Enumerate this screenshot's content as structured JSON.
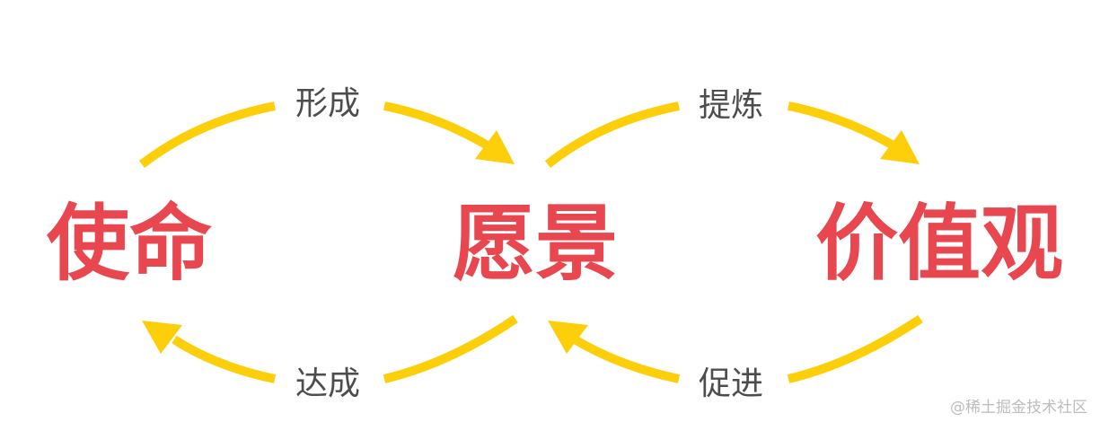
{
  "diagram": {
    "nodes": [
      {
        "id": "mission",
        "label": "使命"
      },
      {
        "id": "vision",
        "label": "愿景"
      },
      {
        "id": "values",
        "label": "价值观"
      }
    ],
    "edges": [
      {
        "from": "mission",
        "to": "vision",
        "label": "形成"
      },
      {
        "from": "vision",
        "to": "mission",
        "label": "达成"
      },
      {
        "from": "vision",
        "to": "values",
        "label": "提炼"
      },
      {
        "from": "values",
        "to": "vision",
        "label": "促进"
      }
    ],
    "colors": {
      "node_text": "#e8474f",
      "edge_label": "#4d4d4d",
      "arrow": "#fccf0a",
      "watermark": "#bdbdbd"
    }
  },
  "watermark": "@稀土掘金技术社区"
}
